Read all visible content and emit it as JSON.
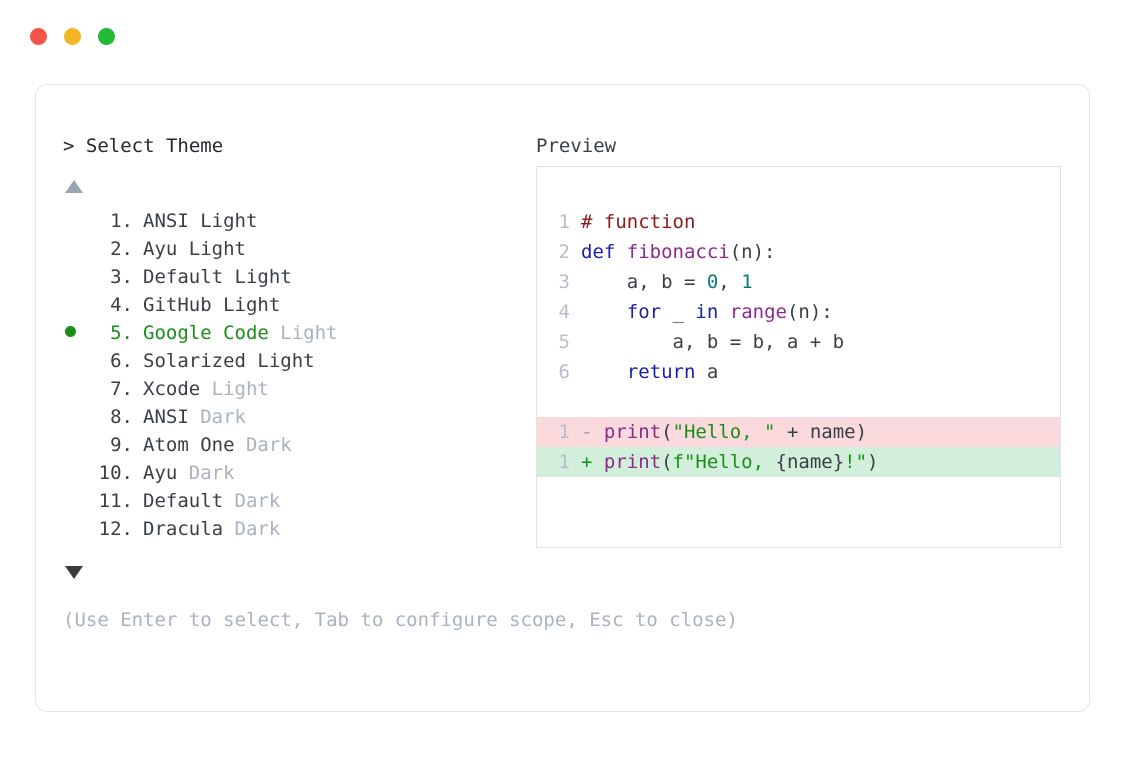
{
  "window": {
    "traffic_lights": [
      {
        "name": "close-button",
        "color": "#F55549"
      },
      {
        "name": "minimize-button",
        "color": "#F5B423"
      },
      {
        "name": "maximize-button",
        "color": "#22BB33"
      }
    ]
  },
  "prompt": {
    "caret": ">",
    "title": "Select Theme"
  },
  "scroll": {
    "up_arrow": "scroll-up-arrow",
    "down_arrow": "scroll-down-arrow",
    "up_enabled": false,
    "down_enabled": true
  },
  "themes": {
    "selected_index": 5,
    "items": [
      {
        "index": "1.",
        "name": "ANSI",
        "variant": " Light",
        "variant_muted": false,
        "selected": false
      },
      {
        "index": "2.",
        "name": "Ayu",
        "variant": " Light",
        "variant_muted": false,
        "selected": false
      },
      {
        "index": "3.",
        "name": "Default",
        "variant": " Light",
        "variant_muted": false,
        "selected": false
      },
      {
        "index": "4.",
        "name": "GitHub",
        "variant": " Light",
        "variant_muted": false,
        "selected": false
      },
      {
        "index": "5.",
        "name": "Google Code",
        "variant": " Light",
        "variant_muted": true,
        "selected": true
      },
      {
        "index": "6.",
        "name": "Solarized",
        "variant": " Light",
        "variant_muted": false,
        "selected": false
      },
      {
        "index": "7.",
        "name": "Xcode",
        "variant": " Light",
        "variant_muted": true,
        "selected": false
      },
      {
        "index": "8.",
        "name": "ANSI",
        "variant": " Dark",
        "variant_muted": true,
        "selected": false
      },
      {
        "index": "9.",
        "name": "Atom One",
        "variant": " Dark",
        "variant_muted": true,
        "selected": false
      },
      {
        "index": "10.",
        "name": "Ayu",
        "variant": " Dark",
        "variant_muted": true,
        "selected": false
      },
      {
        "index": "11.",
        "name": "Default",
        "variant": " Dark",
        "variant_muted": true,
        "selected": false
      },
      {
        "index": "12.",
        "name": "Dracula",
        "variant": " Dark",
        "variant_muted": true,
        "selected": false
      }
    ]
  },
  "hint": "(Use Enter to select, Tab to configure scope, Esc to close)",
  "preview": {
    "label": "Preview",
    "code_lines": [
      {
        "lno": "1",
        "kind": "normal",
        "tokens": [
          {
            "t": "# function",
            "c": "cmt"
          }
        ]
      },
      {
        "lno": "2",
        "kind": "normal",
        "tokens": [
          {
            "t": "def ",
            "c": "kw"
          },
          {
            "t": "fibonacci",
            "c": "fn"
          },
          {
            "t": "(n):",
            "c": "plain"
          }
        ]
      },
      {
        "lno": "3",
        "kind": "normal",
        "tokens": [
          {
            "t": "    a, b = ",
            "c": "plain"
          },
          {
            "t": "0",
            "c": "num"
          },
          {
            "t": ", ",
            "c": "plain"
          },
          {
            "t": "1",
            "c": "num"
          }
        ]
      },
      {
        "lno": "4",
        "kind": "normal",
        "tokens": [
          {
            "t": "    ",
            "c": "plain"
          },
          {
            "t": "for",
            "c": "kw"
          },
          {
            "t": " _ ",
            "c": "plain"
          },
          {
            "t": "in",
            "c": "kw"
          },
          {
            "t": " ",
            "c": "plain"
          },
          {
            "t": "range",
            "c": "fn"
          },
          {
            "t": "(n):",
            "c": "plain"
          }
        ]
      },
      {
        "lno": "5",
        "kind": "normal",
        "tokens": [
          {
            "t": "        a, b = b, a + b",
            "c": "plain"
          }
        ]
      },
      {
        "lno": "6",
        "kind": "normal",
        "tokens": [
          {
            "t": "    ",
            "c": "plain"
          },
          {
            "t": "return",
            "c": "kw"
          },
          {
            "t": " a",
            "c": "plain"
          }
        ]
      },
      {
        "lno": "",
        "kind": "spacer",
        "tokens": []
      },
      {
        "lno": "1",
        "kind": "del",
        "tokens": [
          {
            "t": "- ",
            "c": "marker-del"
          },
          {
            "t": "print",
            "c": "fn"
          },
          {
            "t": "(",
            "c": "plain"
          },
          {
            "t": "\"Hello, \"",
            "c": "str"
          },
          {
            "t": " + name)",
            "c": "plain"
          }
        ]
      },
      {
        "lno": "1",
        "kind": "add",
        "tokens": [
          {
            "t": "+ ",
            "c": "marker-add"
          },
          {
            "t": "print",
            "c": "fn"
          },
          {
            "t": "(",
            "c": "plain"
          },
          {
            "t": "f\"Hello, ",
            "c": "str"
          },
          {
            "t": "{name}",
            "c": "plain"
          },
          {
            "t": "!\"",
            "c": "str"
          },
          {
            "t": ")",
            "c": "plain"
          }
        ]
      }
    ]
  },
  "colors": {
    "selected_green": "#1A8E1A",
    "muted_gray": "#AAB2C0",
    "text_dark": "#3A3F46",
    "diff_del_bg": "#FADADD",
    "diff_add_bg": "#D2EFDC",
    "card_border": "#E2E4EA",
    "panel_border": "#DFE2E9"
  }
}
